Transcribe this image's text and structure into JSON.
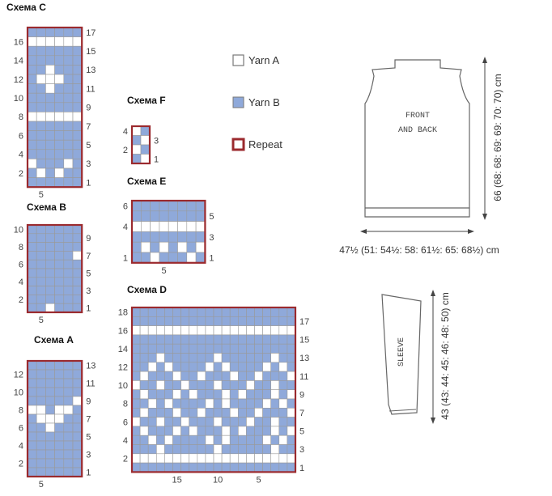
{
  "colors": {
    "yarn_a": "#ffffff",
    "yarn_b": "#8fa9da",
    "grid": "#9a9a9a",
    "repeat_border": "#9b2a2e",
    "outline": "#555555"
  },
  "legend": {
    "yarn_a_label": "Yarn A",
    "yarn_b_label": "Yarn B",
    "repeat_label": "Repeat"
  },
  "charts": [
    {
      "id": "C",
      "title": "Схема C",
      "cols": 6,
      "rows": 17,
      "left_labels": [
        "16",
        "14",
        "12",
        "10",
        "8",
        "6",
        "4",
        "2"
      ],
      "right_labels": [
        "17",
        "15",
        "13",
        "11",
        "9",
        "7",
        "5",
        "3",
        "1"
      ],
      "bottom_labels": [
        "5"
      ],
      "grid": [
        "BBBBBB",
        "AAAAAA",
        "BBBBBB",
        "BBBBBB",
        "BBABBB",
        "BAAABB",
        "BBABBB",
        "BBBBBB",
        "BBBBBB",
        "AAAAAA",
        "BBBBBB",
        "BBBBBB",
        "BBBBBB",
        "BBBBBB",
        "ABBBAB",
        "BABABB",
        "BBBBBB"
      ]
    },
    {
      "id": "B",
      "title": "Схема B",
      "cols": 6,
      "rows": 10,
      "left_labels": [
        "10",
        "8",
        "6",
        "4",
        "2"
      ],
      "right_labels": [
        "9",
        "7",
        "5",
        "3",
        "1"
      ],
      "bottom_labels": [
        "5"
      ],
      "grid": [
        "BBBBBB",
        "BBBBBB",
        "BBBBBB",
        "BBBBBA",
        "BBBBBB",
        "BBBBBB",
        "BBBBBB",
        "BBBBBB",
        "BBBBBB",
        "BBABBB"
      ]
    },
    {
      "id": "A",
      "title": "Схема A",
      "cols": 6,
      "rows": 13,
      "left_labels": [
        "12",
        "10",
        "8",
        "6",
        "4",
        "2"
      ],
      "right_labels": [
        "13",
        "11",
        "9",
        "7",
        "5",
        "3",
        "1"
      ],
      "bottom_labels": [
        "5"
      ],
      "grid": [
        "BBBBBB",
        "BBBBBB",
        "BBBBBB",
        "BBBBBB",
        "BBBBBA",
        "AABAAB",
        "BAAABB",
        "BBABBB",
        "BBBBBB",
        "BBBBBB",
        "BBBBBB",
        "BBBBBB",
        "BBBBBB"
      ]
    },
    {
      "id": "F",
      "title": "Схема F",
      "cols": 2,
      "rows": 4,
      "left_labels": [
        "4",
        "2"
      ],
      "right_labels": [
        "3",
        "1"
      ],
      "bottom_labels": [],
      "grid": [
        "AB",
        "BA",
        "AB",
        "BA"
      ]
    },
    {
      "id": "E",
      "title": "Схема E",
      "cols": 8,
      "rows": 6,
      "left_labels": [
        "6",
        "4",
        "1"
      ],
      "right_labels": [
        "5",
        "3",
        "1"
      ],
      "bottom_labels": [
        "5"
      ],
      "grid": [
        "BBBBBBBB",
        "BBBBBBBB",
        "AAAAAAAA",
        "BBBBBBBB",
        "BABABABA",
        "BBABBBAB"
      ]
    },
    {
      "id": "D",
      "title": "Схема D",
      "cols": 20,
      "rows": 18,
      "left_labels": [
        "18",
        "16",
        "14",
        "12",
        "10",
        "8",
        "6",
        "4",
        "2"
      ],
      "right_labels": [
        "17",
        "15",
        "13",
        "11",
        "9",
        "7",
        "5",
        "3",
        "1"
      ],
      "bottom_labels": [
        "15",
        "10",
        "5"
      ],
      "grid": [
        "BBBBBBBBBBBBBBBBBBBB",
        "BBBBBBBBBBBBBBBBBBBB",
        "AAAAAAAAAAAAAAAAAAAA",
        "BBBBBBBBBBBBBBBBBBBB",
        "BBBBBBBBBBBBBBBBBBBB",
        "BBBABBBBBBABBBBBBABB",
        "BBABABBBBABABBBBABAB",
        "BABBBABBABBBABBABBBA",
        "ABBABBABBBABBBABBABB",
        "BABBBABABBBABABBBABA",
        "BBABABBBBABABBBBABAB",
        "BABBBABBABBBABBABBBA",
        "ABBABBABBBABBBABBABB",
        "BABBBABABBBABABBBABA",
        "BBABABBBBABABBBBABAB",
        "BBBABBBBBBABBBBBBABB",
        "AAAAAAAAAAAAAAAAAAAA",
        "BBBBBBBBBBBBBBBBBBBB"
      ]
    }
  ],
  "schematic": {
    "front_back_label": "FRONT AND BACK",
    "sleeve_label": "SLEEVE",
    "body_width": "47½ (51: 54½: 58: 61½: 65: 68½) cm",
    "body_length": "66 (68: 68: 69: 69: 70: 70) cm",
    "sleeve_length": "43 (43: 44: 45: 46: 48: 50) cm"
  }
}
